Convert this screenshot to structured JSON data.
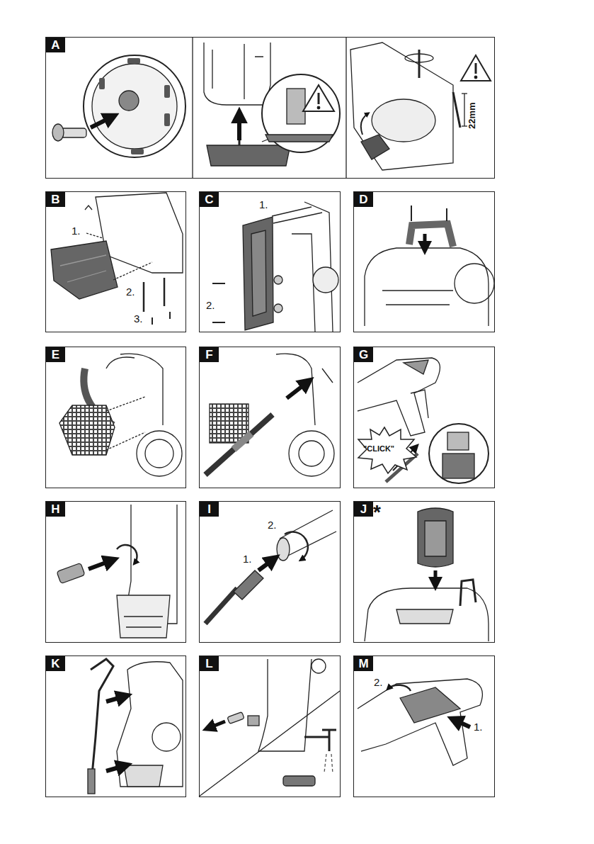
{
  "diagram": {
    "nodes": [
      {
        "text": [
          "A"
        ]
      },
      {
        "text": [
          "B"
        ]
      },
      {
        "text": [
          "C"
        ]
      },
      {
        "text": [
          "D"
        ]
      },
      {
        "text": [
          "E"
        ]
      },
      {
        "text": [
          "F"
        ]
      },
      {
        "text": [
          "G"
        ]
      },
      {
        "text": [
          "H"
        ]
      },
      {
        "text": [
          "I"
        ]
      },
      {
        "text": [
          "J"
        ]
      },
      {
        "text": [
          "K"
        ]
      },
      {
        "text": [
          "L"
        ]
      },
      {
        "text": [
          "M"
        ]
      }
    ],
    "edges": [],
    "labels": [
      "22mm",
      "1.",
      "2.",
      "3.",
      "1.",
      "2.",
      "\"CLICK\"",
      "2.",
      "1.",
      "*",
      "2.",
      "1."
    ]
  }
}
